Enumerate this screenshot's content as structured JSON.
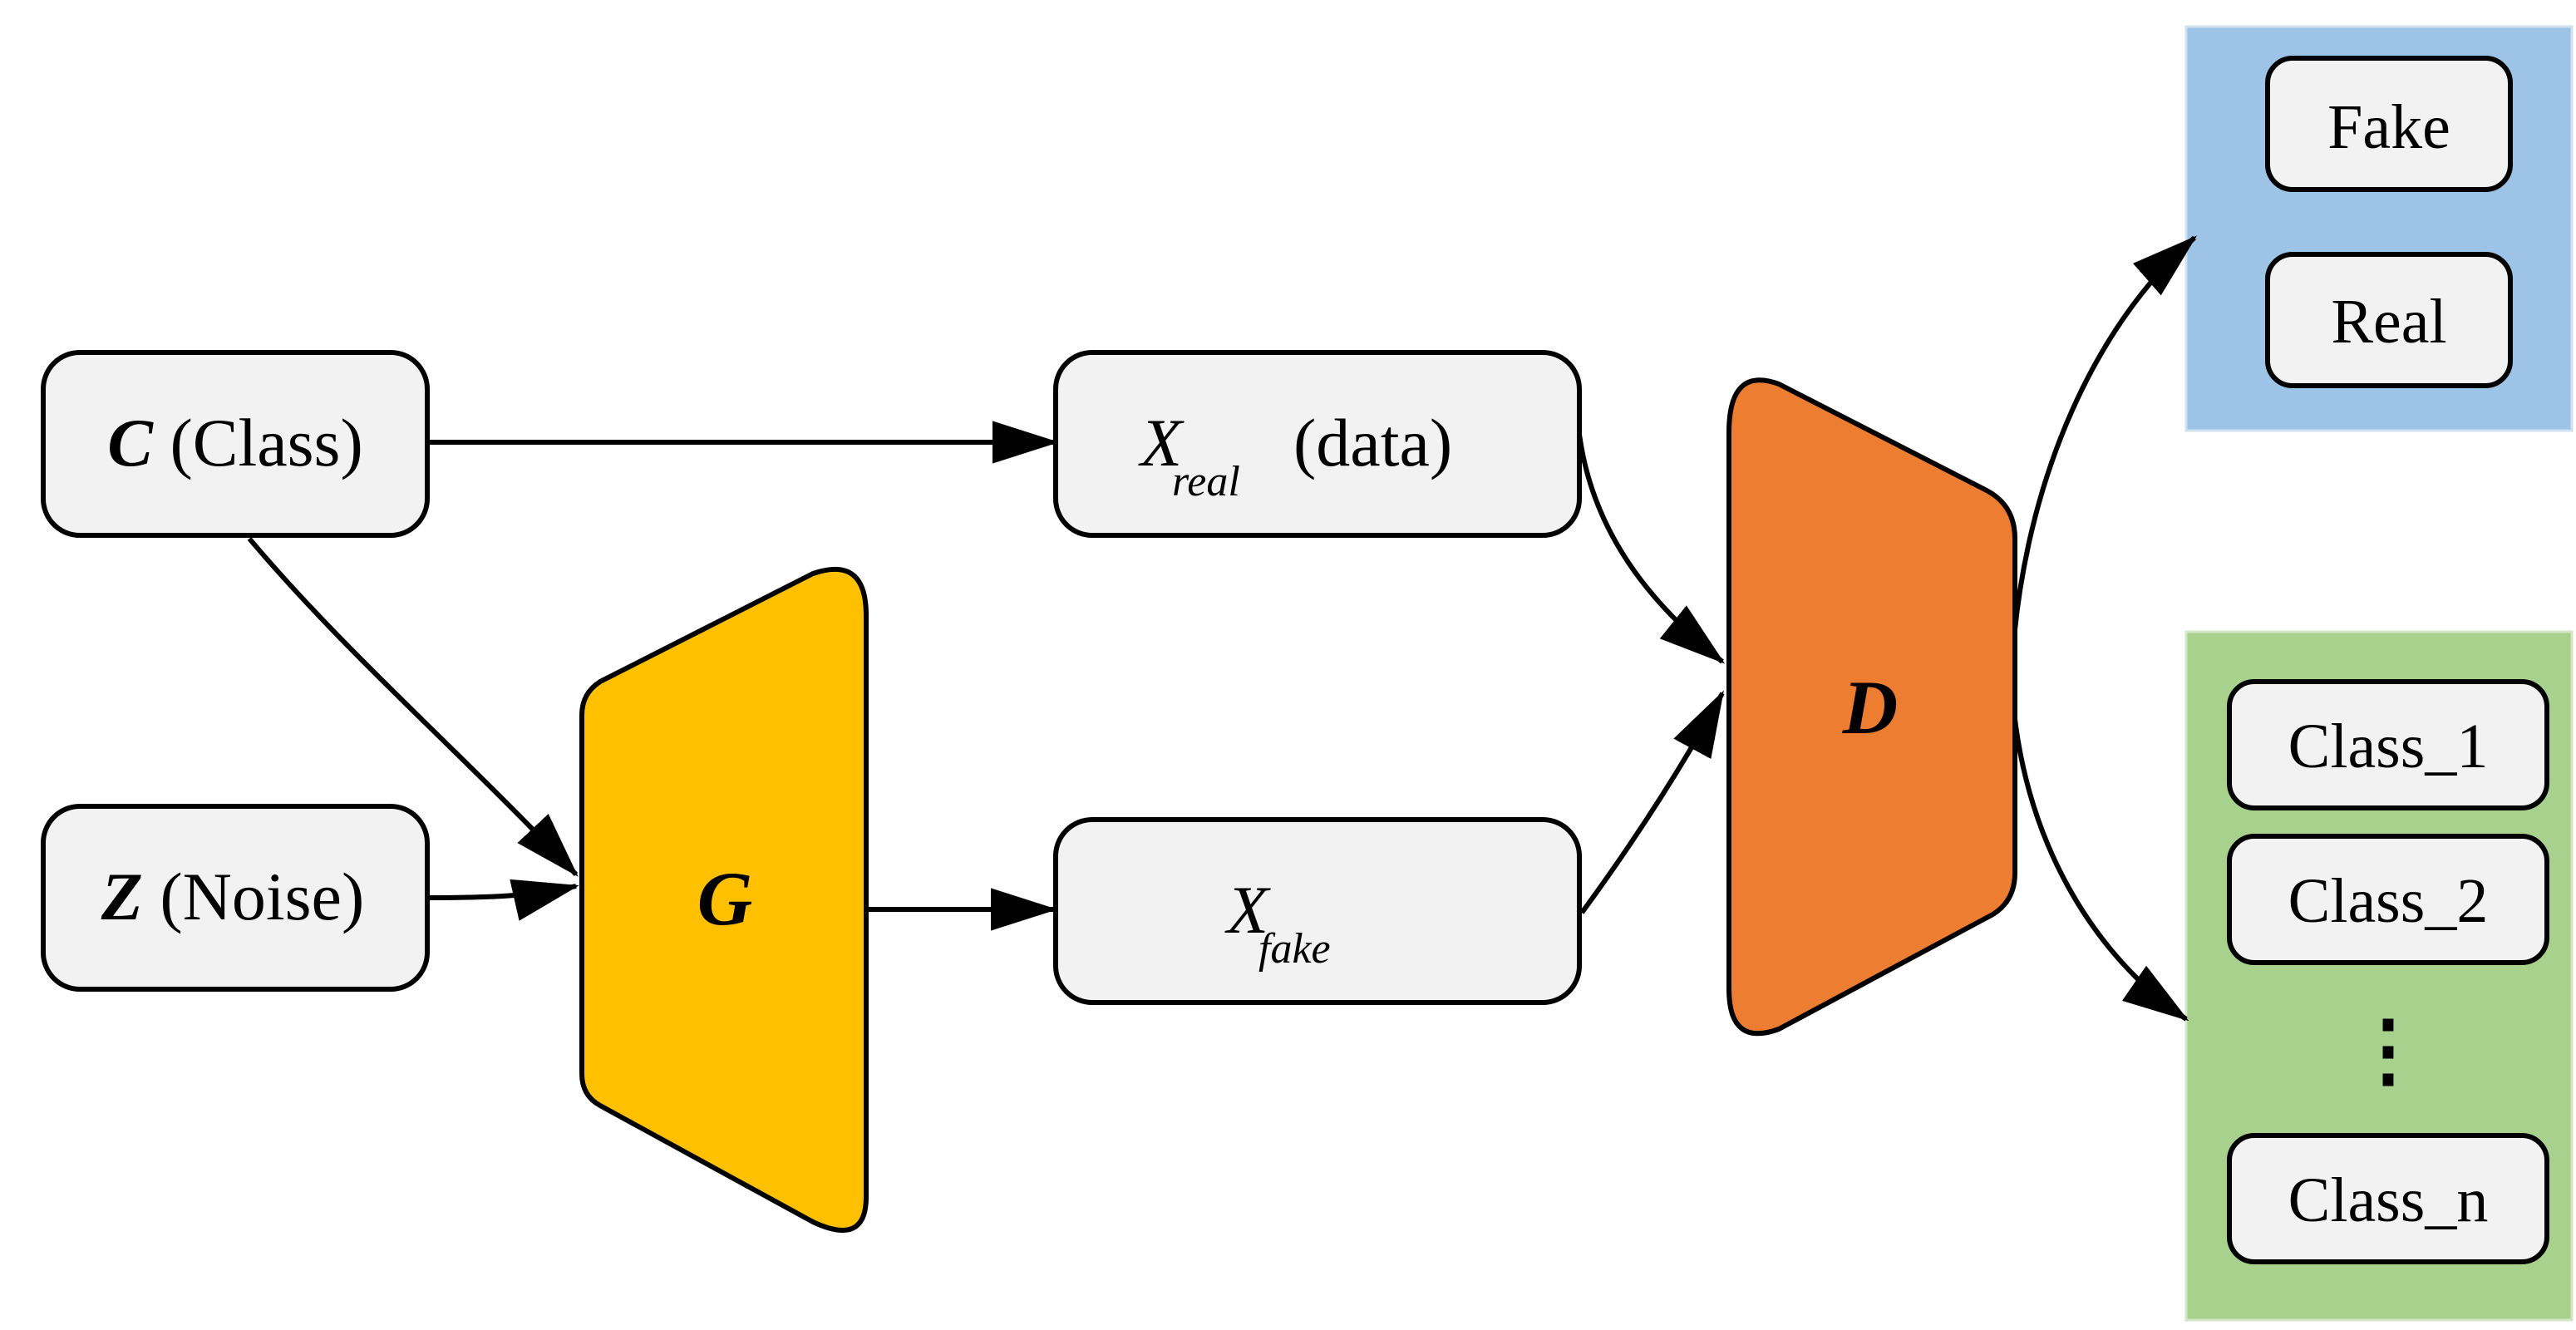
{
  "nodes": {
    "class_input": {
      "var": "C",
      "label": "(Class)"
    },
    "noise_input": {
      "var": "Z",
      "label": "(Noise)"
    },
    "generator": {
      "label": "G"
    },
    "real_data": {
      "var": "X",
      "sub": "real",
      "label": "(data)"
    },
    "fake_data": {
      "var": "X",
      "sub": "fake"
    },
    "discriminator": {
      "label": "D"
    }
  },
  "outputs": {
    "real_fake": [
      "Fake",
      "Real"
    ],
    "classes": [
      "Class_1",
      "Class_2",
      "Class_n"
    ],
    "ellipsis": "⋮"
  },
  "colors": {
    "generator": "#ffc000",
    "discriminator": "#ed7d31",
    "real_fake_panel": "#9dc3e6",
    "class_panel": "#a9d18e",
    "box_fill": "#f2f2f2"
  }
}
